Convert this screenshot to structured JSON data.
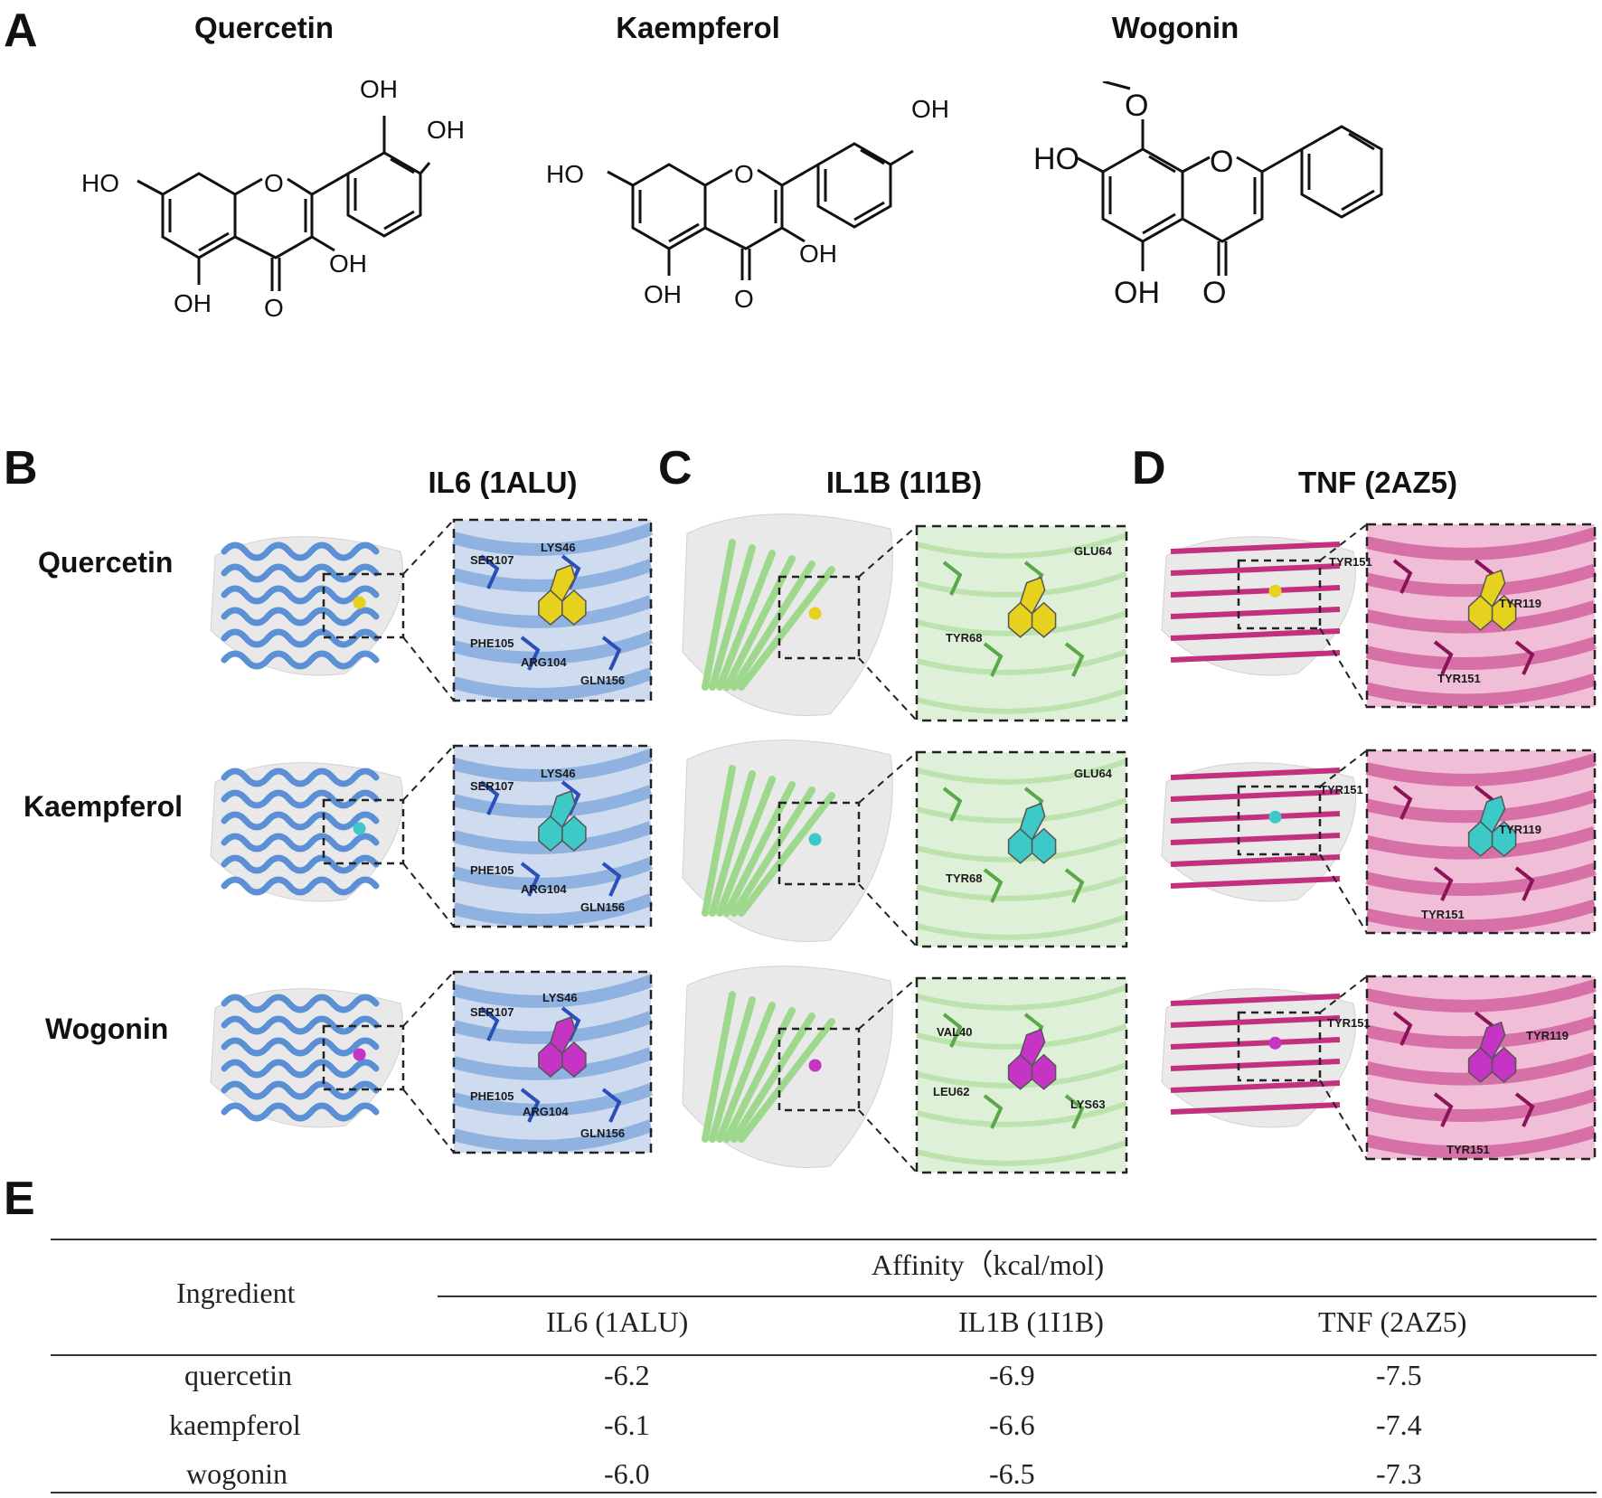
{
  "panels": {
    "a": "A",
    "b": "B",
    "c": "C",
    "d": "D",
    "e": "E"
  },
  "molecules": [
    {
      "name": "Quercetin",
      "labels": [
        "OH",
        "OH",
        "HO",
        "O",
        "OH",
        "OH",
        "O"
      ]
    },
    {
      "name": "Kaempferol",
      "labels": [
        "OH",
        "HO",
        "O",
        "OH",
        "OH",
        "O"
      ]
    },
    {
      "name": "Wogonin",
      "labels": [
        "HO",
        "O",
        "OH",
        "O"
      ]
    }
  ],
  "proteins": [
    {
      "title": "IL6 (1ALU)",
      "color": "#5b8fd6",
      "dark": "#2b4fb8"
    },
    {
      "title": "IL1B (1I1B)",
      "color": "#9ed88d",
      "dark": "#5aa84a"
    },
    {
      "title": "TNF (2AZ5)",
      "color": "#c2307e",
      "dark": "#8a1457"
    }
  ],
  "row_labels": [
    "Quercetin",
    "Kaempferol",
    "Wogonin"
  ],
  "ligand_colors": [
    "#e6d21e",
    "#3ec9c9",
    "#c634c6"
  ],
  "residues": {
    "il6": {
      "r1": [
        "SER107",
        "LYS46",
        "PHE105",
        "ARG104",
        "GLN156"
      ],
      "r2": [
        "SER107",
        "LYS46",
        "PHE105",
        "ARG104",
        "GLN156"
      ],
      "r3": [
        "SER107",
        "LYS46",
        "PHE105",
        "ARG104",
        "GLN156"
      ]
    },
    "il1b": {
      "r1": [
        "GLU64",
        "TYR68"
      ],
      "r2": [
        "GLU64",
        "TYR68"
      ],
      "r3": [
        "VAL40",
        "LEU62",
        "LYS63"
      ]
    },
    "tnf": {
      "r1": [
        "TYR151",
        "TYR119",
        "TYR151"
      ],
      "r2": [
        "TYR151",
        "TYR119",
        "TYR151"
      ],
      "r3": [
        "TYR151",
        "TYR119",
        "TYR151"
      ]
    }
  },
  "table": {
    "ingredient_header": "Ingredient",
    "affinity_header": "Affinity（kcal/mol)",
    "columns": [
      "IL6 (1ALU)",
      "IL1B (1I1B)",
      "TNF (2AZ5)"
    ],
    "rows": [
      {
        "name": "quercetin",
        "values": [
          "-6.2",
          "-6.9",
          "-7.5"
        ]
      },
      {
        "name": "kaempferol",
        "values": [
          "-6.1",
          "-6.6",
          "-7.4"
        ]
      },
      {
        "name": "wogonin",
        "values": [
          "-6.0",
          "-6.5",
          "-7.3"
        ]
      }
    ]
  }
}
